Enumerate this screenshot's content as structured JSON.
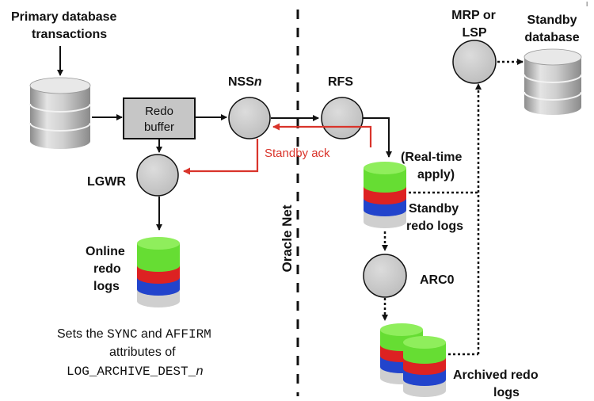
{
  "labels": {
    "primary_line1": "Primary database",
    "primary_line2": "transactions",
    "redo_line1": "Redo",
    "redo_line2": "buffer",
    "nss_prefix": "NSS",
    "nss_suffix": "n",
    "lgwr": "LGWR",
    "online_line1": "Online",
    "online_line2": "redo",
    "online_line3": "logs",
    "sets_pre": "Sets the ",
    "sync": "SYNC",
    "and": " and ",
    "affirm": "AFFIRM",
    "attributes_of": "attributes of",
    "log_archive_dest": "LOG_ARCHIVE_DEST_",
    "n": "n",
    "oracle_net": "Oracle Net",
    "rfs": "RFS",
    "standby_ack": "Standby ack",
    "realtime_line1": "(Real-time",
    "realtime_line2": "apply)",
    "standby_redo_line1": "Standby",
    "standby_redo_line2": "redo logs",
    "arc0": "ARC0",
    "archived_line1": "Archived redo",
    "archived_line2": "logs",
    "mrp_line1": "MRP or",
    "mrp_line2": "LSP",
    "standby_db_line1": "Standby",
    "standby_db_line2": "database",
    "corner_mark": "I"
  },
  "colors": {
    "ack_red": "#d9342b",
    "log_green": "#66dd33",
    "log_red": "#dd2222",
    "log_blue": "#2244cc",
    "process_gray": "#c8c8c8",
    "box_gray": "#c6c6c6"
  }
}
